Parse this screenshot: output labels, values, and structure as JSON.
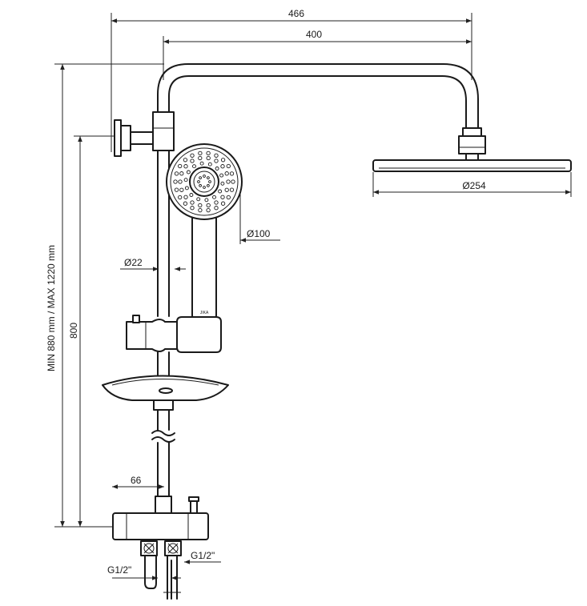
{
  "dimensions": {
    "width_total": "466",
    "arm_length": "400",
    "height_range": "MIN 880 mm / MAX 1220 mm",
    "bar_height": "800",
    "rain_head_diameter": "Ø254",
    "hand_shower_diameter": "Ø100",
    "rail_diameter": "Ø22",
    "mixer_offset": "66",
    "inlet_right": "G1/2\"",
    "inlet_left": "G1/2\""
  },
  "hand_shower_brand": "JIKA",
  "colors": {
    "line": "#1a1a1a",
    "background": "#ffffff"
  }
}
